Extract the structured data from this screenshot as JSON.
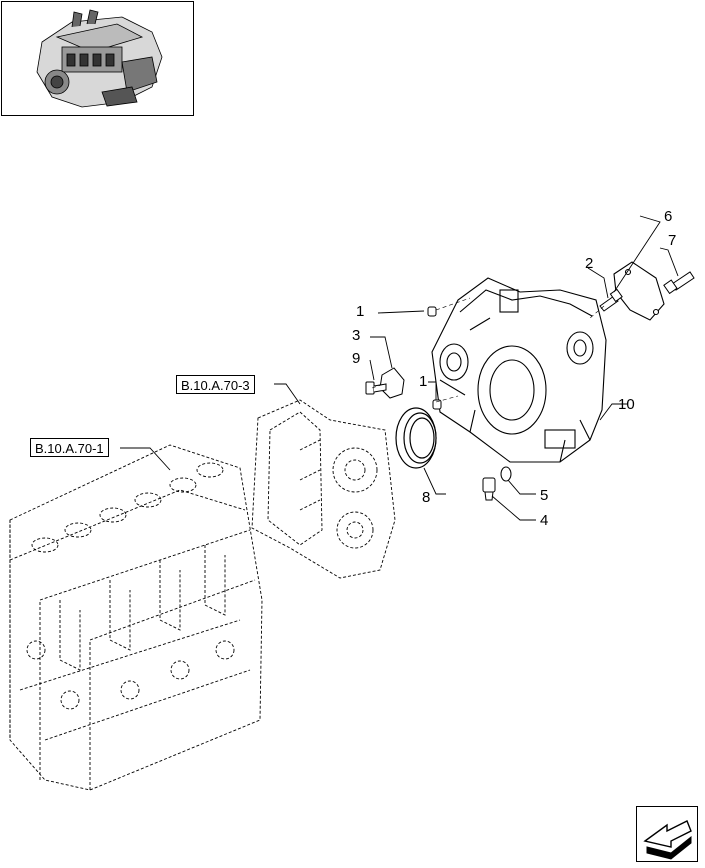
{
  "references": {
    "ref_1": "B.10.A.70-1",
    "ref_3": "B.10.A.70-3"
  },
  "callouts": {
    "c1_top": "1",
    "c1_mid": "1",
    "c2": "2",
    "c3": "3",
    "c4": "4",
    "c5": "5",
    "c6": "6",
    "c7": "7",
    "c8": "8",
    "c9": "9",
    "c10": "10"
  },
  "icons": {
    "thumbnail": "engine-thumbnail-icon",
    "nav": "next-page-arrow-icon"
  }
}
